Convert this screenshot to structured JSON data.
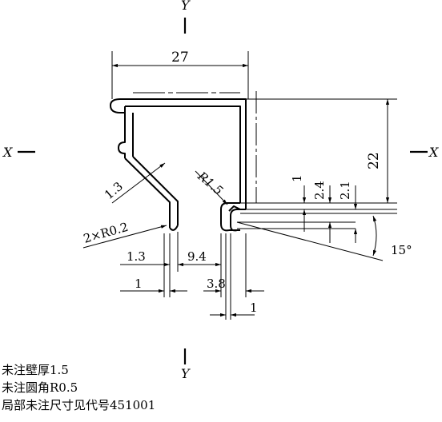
{
  "axes": {
    "y_top": "Y",
    "y_bottom": "Y",
    "x_left": "X",
    "x_right": "X"
  },
  "dimensions": {
    "width_top": "27",
    "height_right": "22",
    "dim_1_right": "1",
    "dim_2_4": "2.4",
    "dim_2_1": "2.1",
    "angle": "15°",
    "wall_1_3_diag": "1.3",
    "radius_1_5": "R1.5",
    "fillet": "2×R0.2",
    "dim_1_3_bottom": "1.3",
    "dim_9_4": "9.4",
    "dim_1_bottom_left": "1",
    "dim_3_8": "3.8",
    "dim_1_bottom_right": "1"
  },
  "notes": [
    "未注壁厚1.5",
    "未注圆角R0.5",
    "局部未注尺寸见代号451001"
  ]
}
